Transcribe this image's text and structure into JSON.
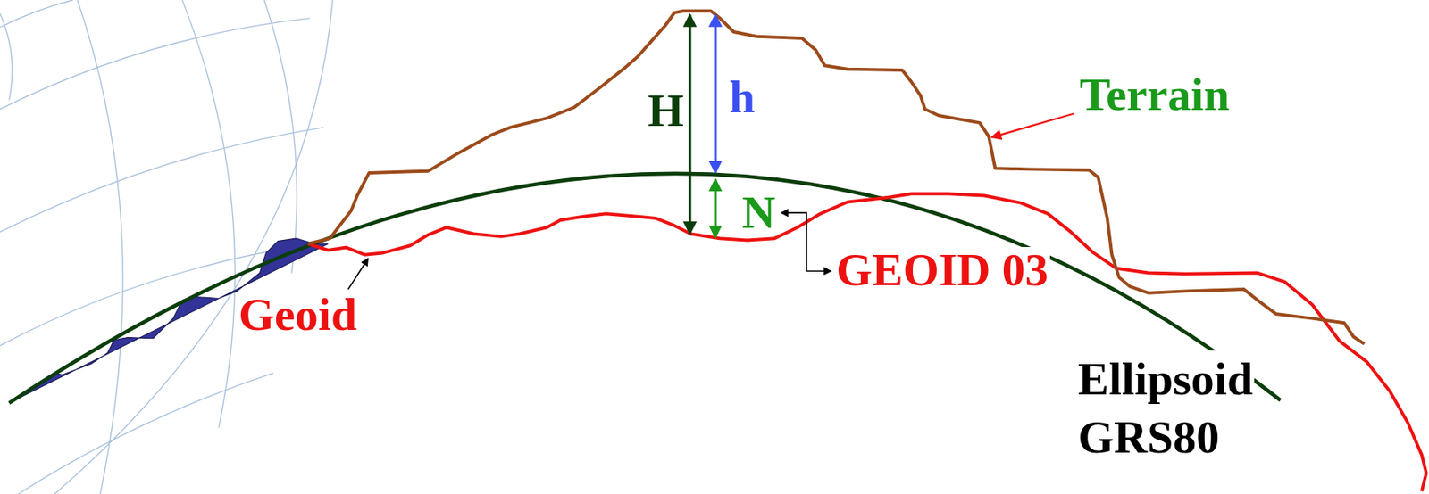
{
  "diagram": {
    "labels": [
      "H",
      "h",
      "N",
      "Terrain",
      "Geoid",
      "GEOID 03",
      "Ellipsoid GRS80"
    ]
  }
}
